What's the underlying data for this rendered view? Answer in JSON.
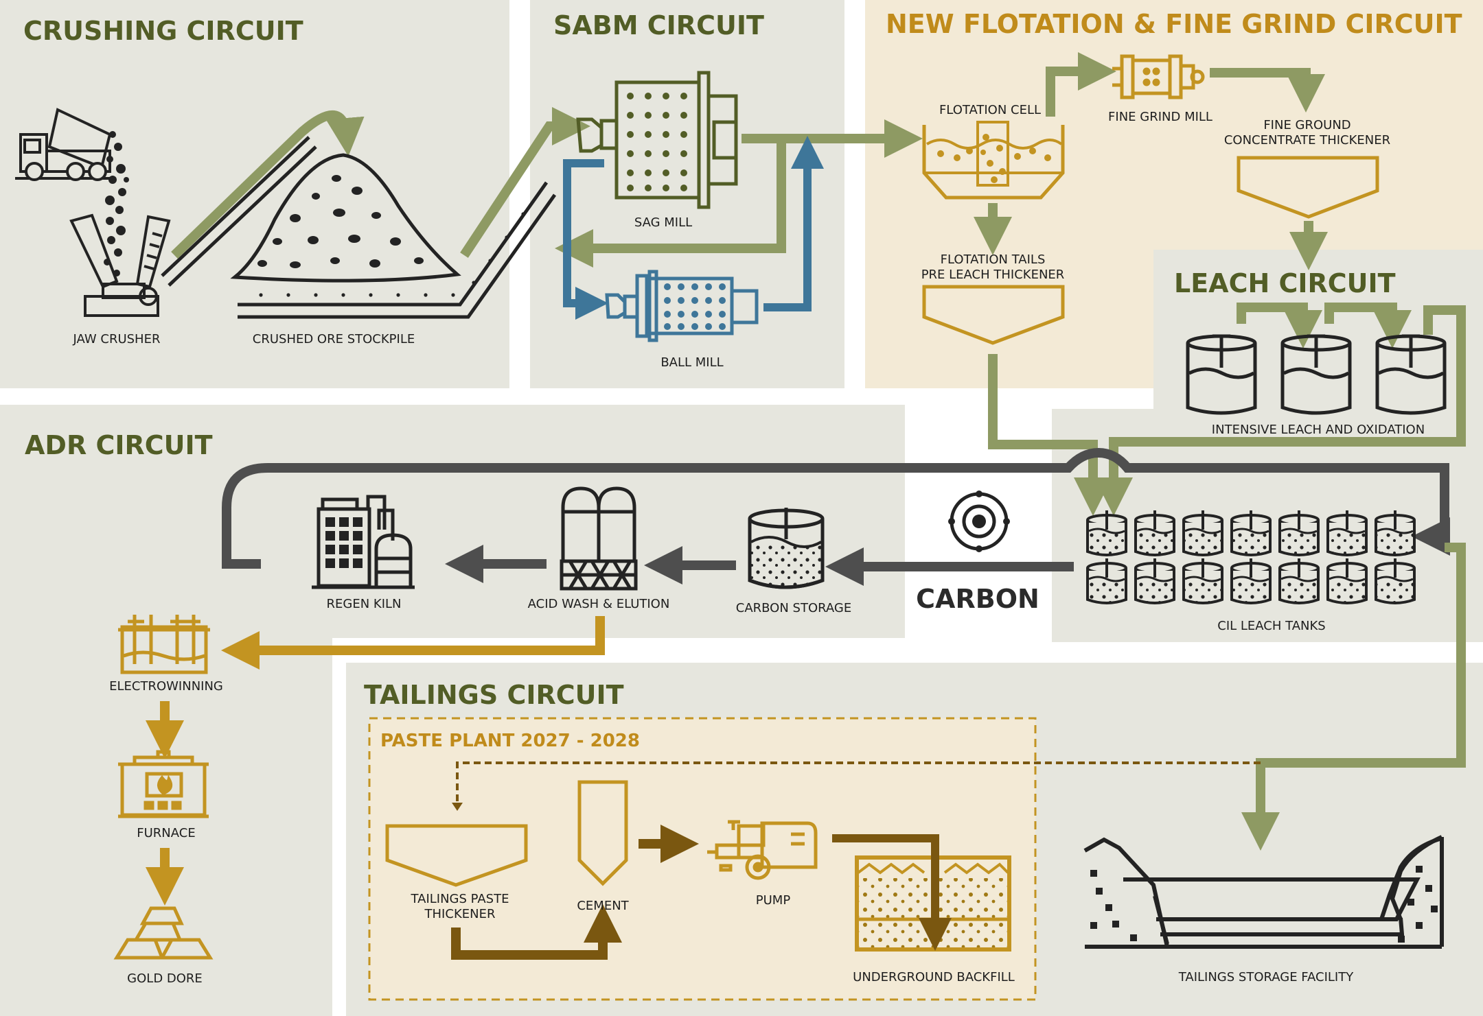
{
  "colors": {
    "olive_bg": "#e6e6de",
    "tan_bg": "#f3ead6",
    "olive": "#8e9a63",
    "olive_dark": "#525d26",
    "gold": "#c39421",
    "gold_title": "#c08b1b",
    "blue": "#3e7699",
    "dark": "#4e4e4e",
    "black": "#232323",
    "brown": "#7a5710"
  },
  "sections": {
    "crushing": "CRUSHING CIRCUIT",
    "sabm": "SABM CIRCUIT",
    "flotation": "NEW FLOTATION & FINE GRIND CIRCUIT",
    "leach": "LEACH CIRCUIT",
    "adr": "ADR CIRCUIT",
    "tailings": "TAILINGS CIRCUIT",
    "paste_plant": "PASTE PLANT 2027 - 2028"
  },
  "labels": {
    "jaw_crusher": "JAW CRUSHER",
    "stockpile": "CRUSHED ORE STOCKPILE",
    "sag_mill": "SAG MILL",
    "ball_mill": "BALL MILL",
    "flotation_cell": "FLOTATION CELL",
    "fine_grind_mill": "FINE GRIND MILL",
    "fine_thickener_1": "FINE GROUND",
    "fine_thickener_2": "CONCENTRATE THICKENER",
    "flot_tails_1": "FLOTATION TAILS",
    "flot_tails_2": "PRE LEACH THICKENER",
    "intensive_leach": "INTENSIVE LEACH AND OXIDATION",
    "cil_tanks": "CIL LEACH TANKS",
    "carbon": "CARBON",
    "carbon_storage": "CARBON STORAGE",
    "acid_wash": "ACID WASH & ELUTION",
    "regen_kiln": "REGEN KILN",
    "electrowinning": "ELECTROWINNING",
    "furnace": "FURNACE",
    "gold_dore": "GOLD DORE",
    "paste_thickener_1": "TAILINGS PASTE",
    "paste_thickener_2": "THICKENER",
    "cement": "CEMENT",
    "pump": "PUMP",
    "backfill": "UNDERGROUND BACKFILL",
    "tsf": "TAILINGS STORAGE FACILITY"
  },
  "icons": [
    "dump-truck-icon",
    "jaw-crusher-icon",
    "ore-stockpile-icon",
    "sag-mill-icon",
    "ball-mill-icon",
    "flotation-cell-icon",
    "fine-grind-mill-icon",
    "thickener-icon",
    "leach-tank-icon",
    "cil-tank-icon",
    "carbon-atom-icon",
    "carbon-storage-icon",
    "elution-silo-icon",
    "kiln-building-icon",
    "electrowinning-icon",
    "furnace-icon",
    "gold-bars-icon",
    "cement-silo-icon",
    "pump-icon",
    "backfill-icon",
    "tailings-dam-icon"
  ]
}
